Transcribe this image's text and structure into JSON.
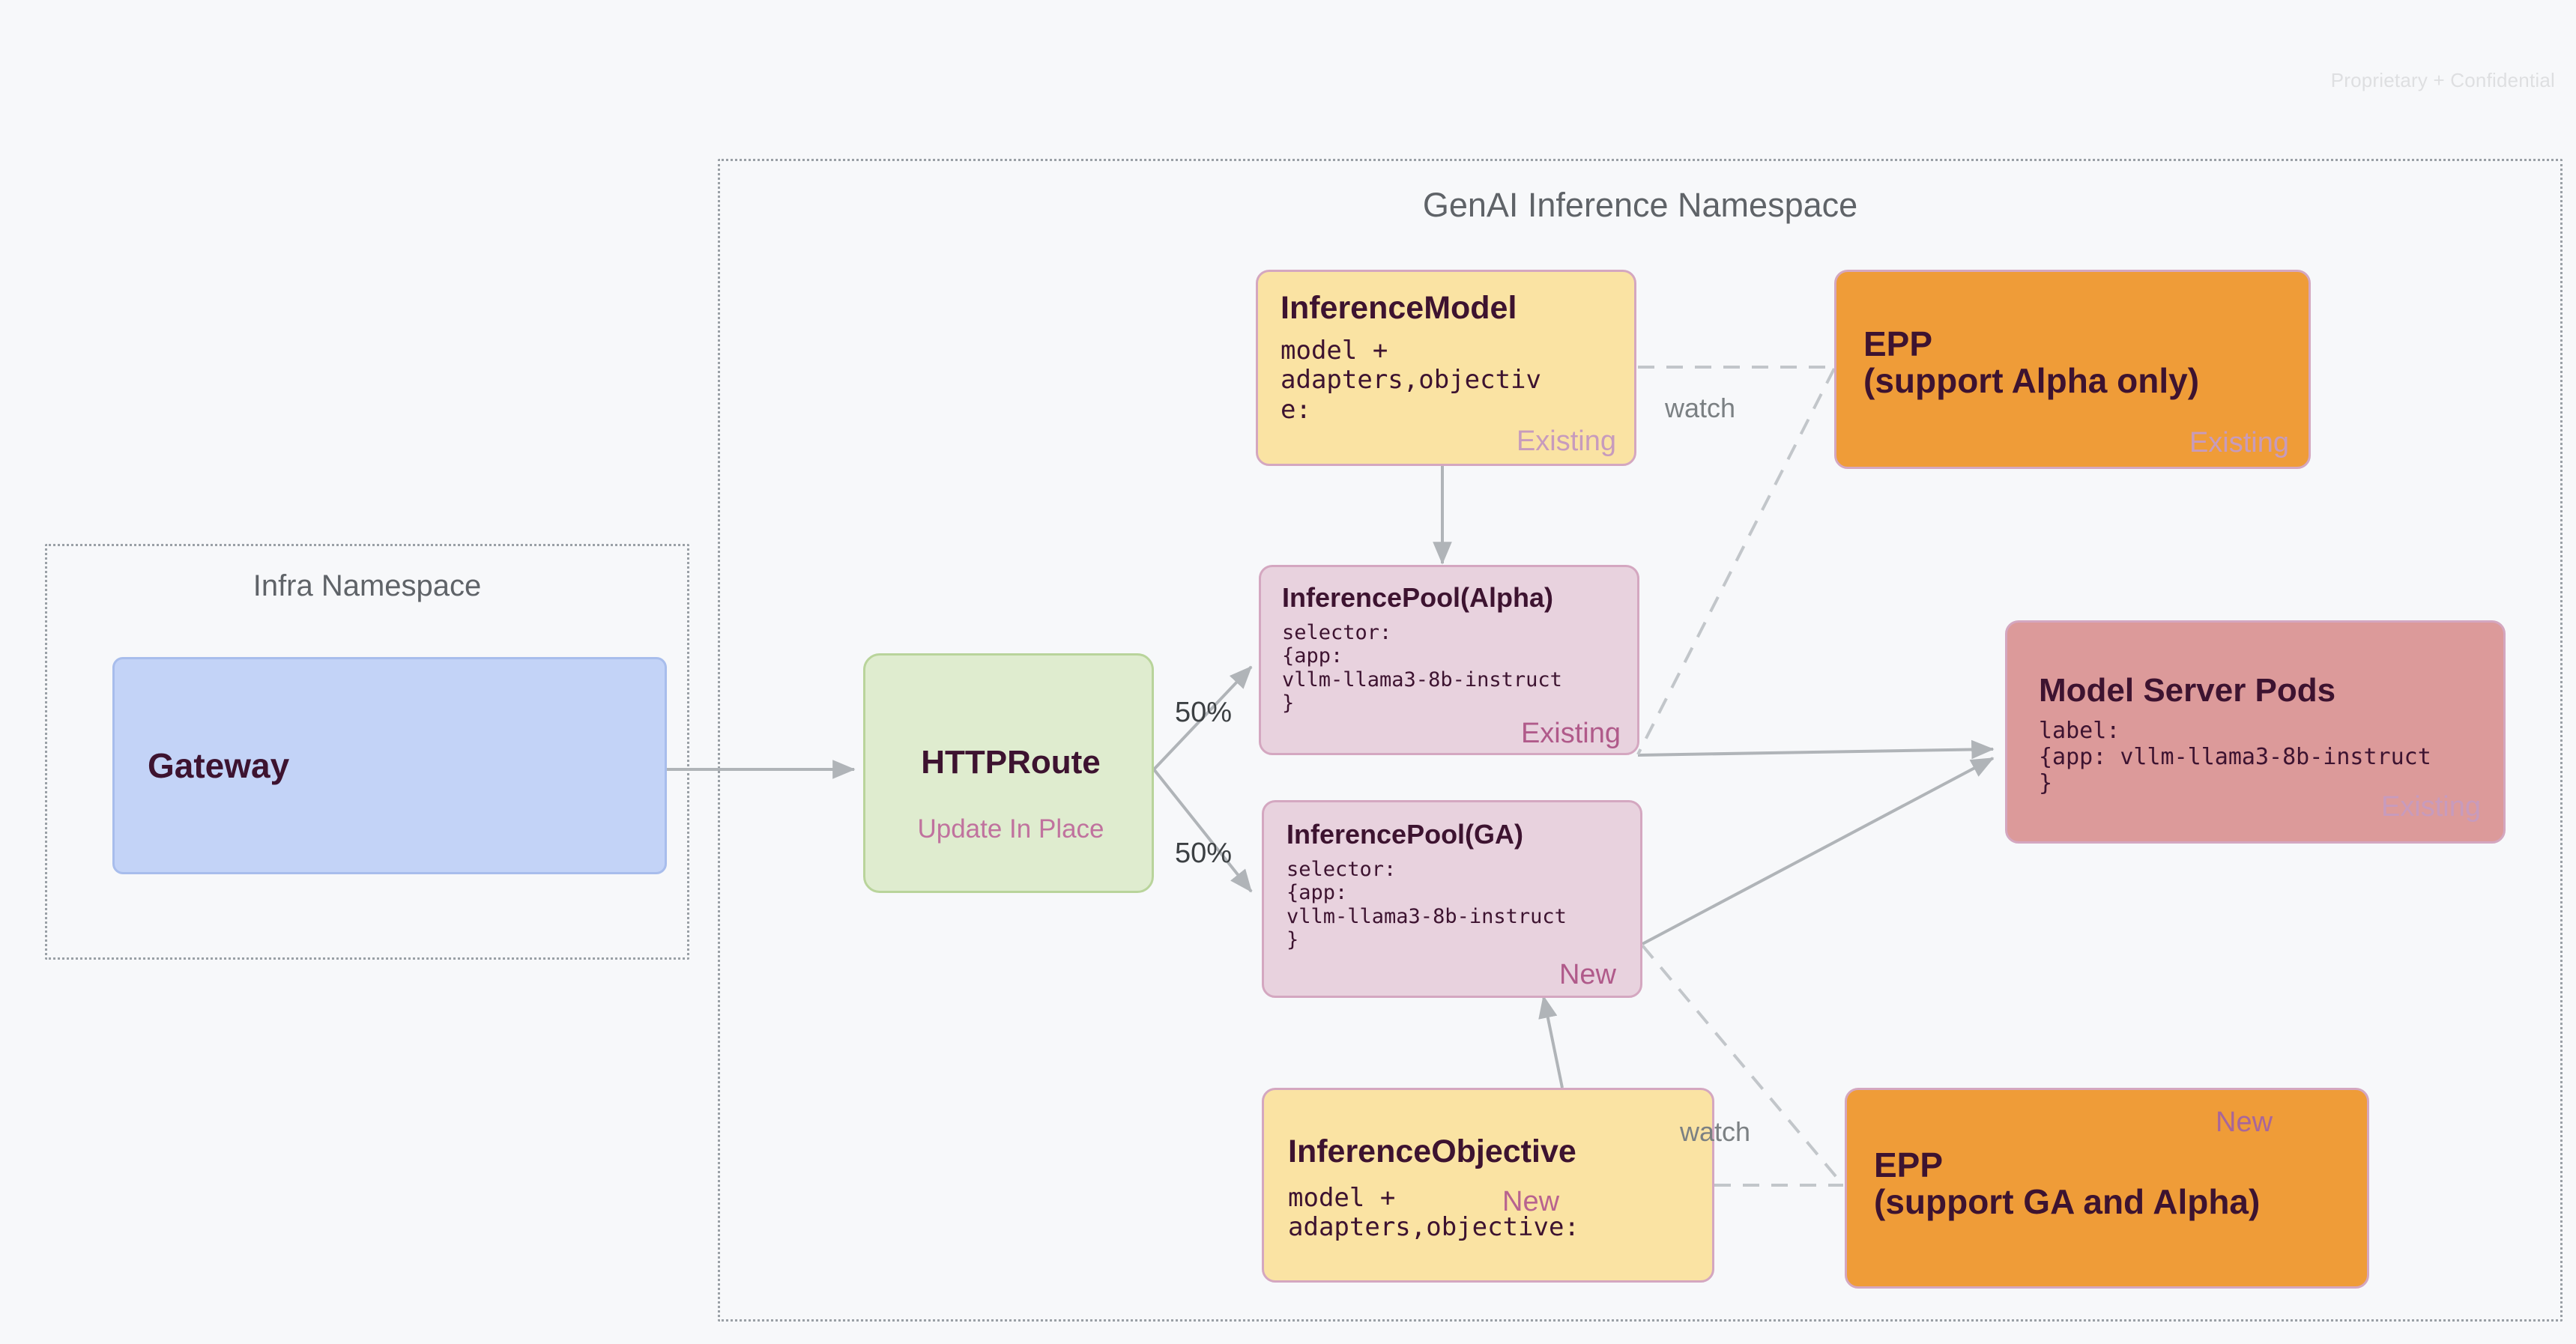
{
  "page": {
    "confidential_notice": "Proprietary + Confidential",
    "background_color": "#f7f8fa"
  },
  "namespaces": [
    {
      "id": "infra",
      "title": "Infra Namespace"
    },
    {
      "id": "genai",
      "title": "GenAI Inference Namespace"
    }
  ],
  "nodes": {
    "gateway": {
      "title": "Gateway",
      "fill": "#c3d3f7",
      "border": "#a8bdec",
      "title_color": "#1b3fae"
    },
    "httproute": {
      "title": "HTTPRoute",
      "subtitle": "Update In Place",
      "fill": "#dfeccf",
      "border": "#b9d49b",
      "title_color": "#1d4417",
      "subtitle_color": "#c0729e"
    },
    "inference_model": {
      "title": "InferenceModel",
      "body": "model +\nadapters,objectiv\ne:",
      "tag": "Existing",
      "fill": "#fae3a3",
      "border": "#d4a7c0",
      "tag_color": "#c79bbd"
    },
    "inference_pool_alpha": {
      "title": "InferencePool(Alpha)",
      "body": "selector:\n{app:\nvllm-llama3-8b-instruct\n}",
      "tag": "Existing",
      "fill": "#e8d2de",
      "border": "#d4a7c0",
      "tag_color": "#b05a8a"
    },
    "inference_pool_ga": {
      "title": "InferencePool(GA)",
      "body": "selector:\n{app:\nvllm-llama3-8b-instruct\n}",
      "tag": "New",
      "fill": "#e8d2de",
      "border": "#d4a7c0",
      "tag_color": "#b05a8a"
    },
    "inference_objective": {
      "title": "InferenceObjective",
      "body": "model +\nadapters,objective:",
      "tag": "New",
      "fill": "#fae3a3",
      "border": "#d4a7c0",
      "tag_color": "#b8638f"
    },
    "epp_alpha": {
      "title": "EPP\n(support Alpha only)",
      "tag": "Existing",
      "fill": "#ef9c38",
      "border": "#d4a7c0",
      "tag_color": "#c79bbd"
    },
    "epp_ga": {
      "title": "EPP\n(support GA and Alpha)",
      "tag": "New",
      "fill": "#ef9c38",
      "border": "#d4a7c0",
      "tag_color": "#a8669a"
    },
    "model_server_pods": {
      "title": "Model Server Pods",
      "body": "label:\n{app: vllm-llama3-8b-instruct\n}",
      "tag": "Existing",
      "fill": "#dc9a9a",
      "border": "#d4a7c0",
      "tag_color": "#c79bbd"
    }
  },
  "edges": {
    "split_alpha_label": "50%",
    "split_ga_label": "50%",
    "watch_alpha_label": "watch",
    "watch_ga_label": "watch",
    "line_color": "#b0b4b8",
    "dashed_color": "#c2c6ca"
  }
}
